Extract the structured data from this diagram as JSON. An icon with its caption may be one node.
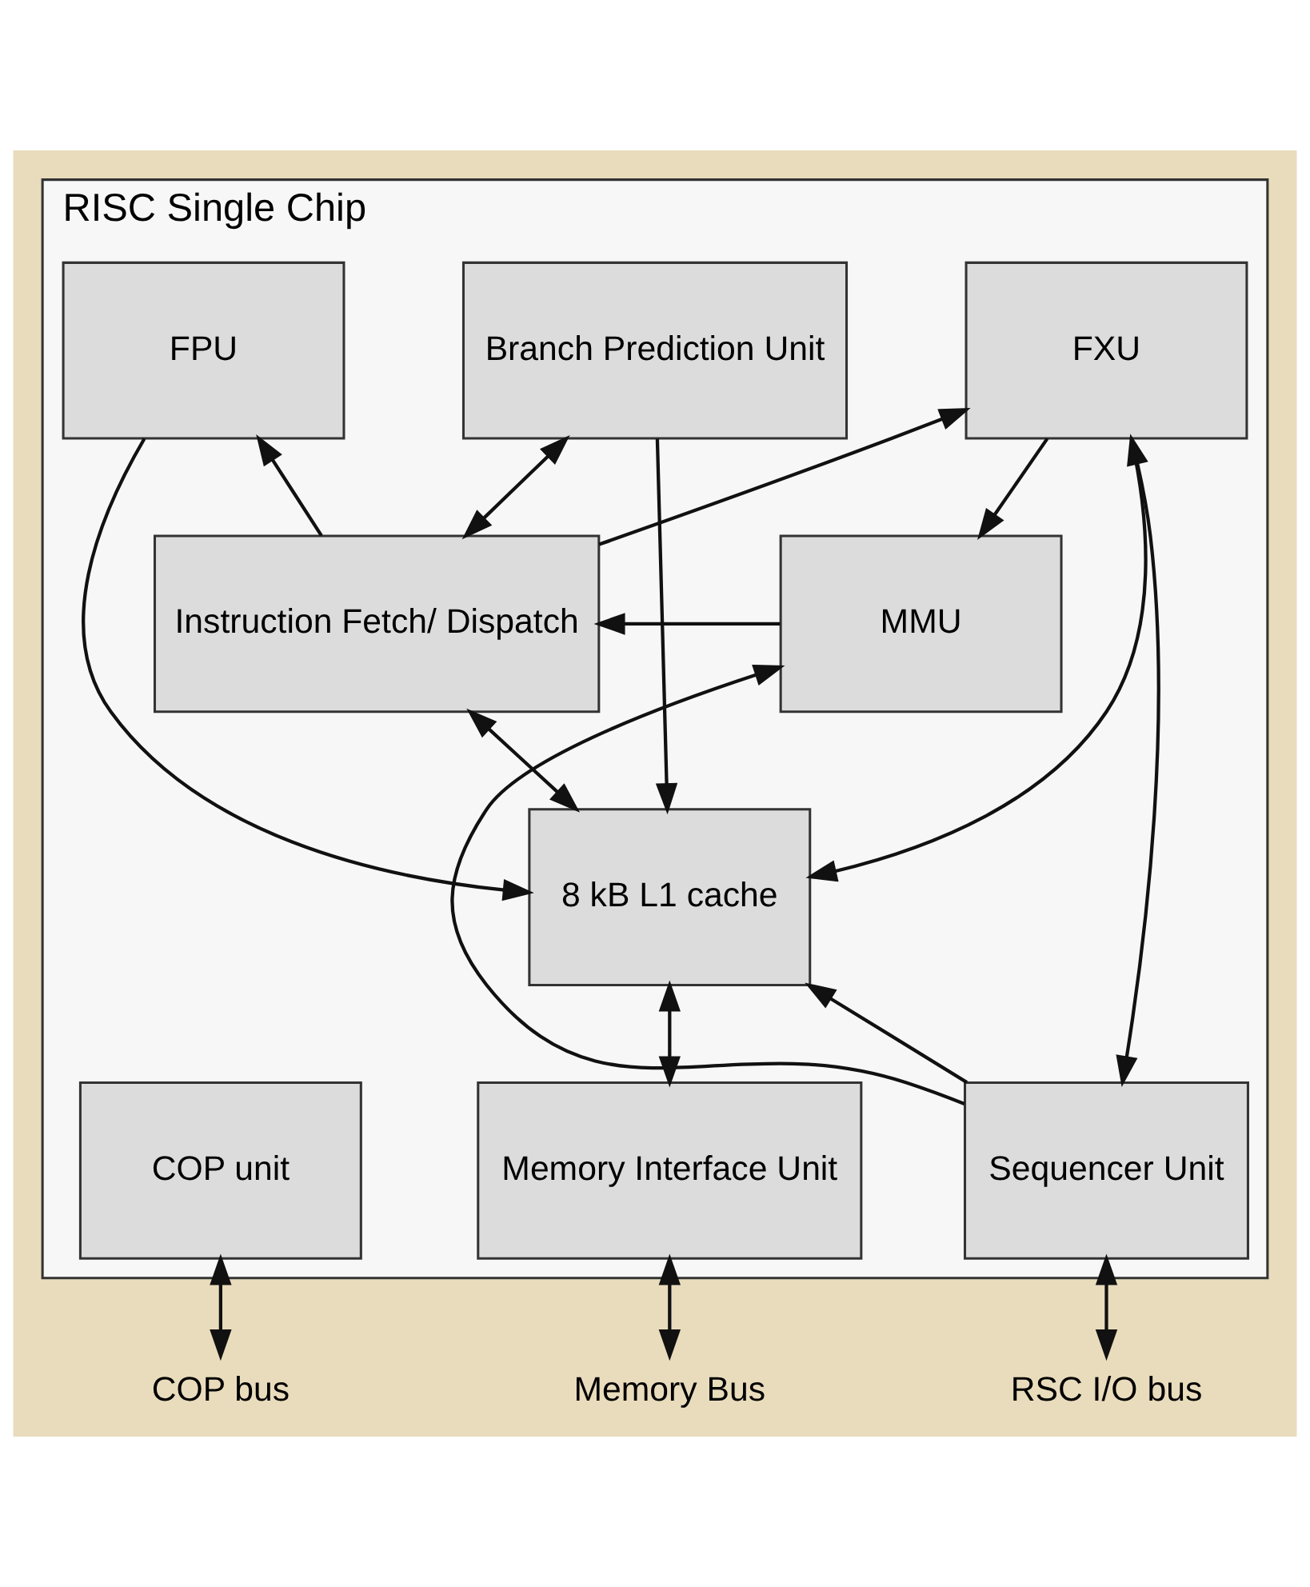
{
  "diagram": {
    "nodes": [
      {
        "text": [
          "RISC Single Chip"
        ]
      },
      {
        "text": [
          "Branch Prediction Unit"
        ],
        "in": 0
      },
      {
        "text": [
          "FPU"
        ],
        "in": 0
      },
      {
        "text": [
          "FXU"
        ],
        "in": 0
      },
      {
        "text": [
          "Instruction Fetch/ Dispatch"
        ],
        "in": 0
      },
      {
        "text": [
          "MMU"
        ],
        "in": 0
      },
      {
        "text": [
          "8 kB L1 cache"
        ],
        "in": 0
      },
      {
        "text": [
          "COP unit"
        ],
        "in": 0
      },
      {
        "text": [
          "Memory Interface Unit"
        ],
        "in": 0
      },
      {
        "text": [
          "Sequencer Unit"
        ],
        "in": 0
      },
      {
        "text": [
          "COP bus"
        ]
      },
      {
        "text": [
          "Memory Bus"
        ]
      },
      {
        "text": [
          "RSC I/O bus"
        ]
      }
    ],
    "edges": [
      {
        "from": 1,
        "to": 6,
        "arrow": "to"
      },
      {
        "from": 2,
        "to": 6,
        "arrow": "to"
      },
      {
        "from": 3,
        "to": 6,
        "arrow": "to"
      },
      {
        "from": 1,
        "to": 4,
        "arrow": "both"
      },
      {
        "from": 4,
        "to": 2,
        "arrow": "to"
      },
      {
        "from": 4,
        "to": 3,
        "arrow": "to"
      },
      {
        "from": 5,
        "to": 4,
        "arrow": "to"
      },
      {
        "from": 3,
        "to": 5,
        "arrow": "to"
      },
      {
        "from": 9,
        "to": 5,
        "arrow": "to"
      },
      {
        "from": 3,
        "to": 9,
        "arrow": "both"
      },
      {
        "from": 4,
        "to": 6,
        "arrow": "both"
      },
      {
        "from": 9,
        "to": 6,
        "arrow": "to"
      },
      {
        "from": 6,
        "to": 8,
        "arrow": "both"
      },
      {
        "from": 7,
        "to": 10,
        "arrow": "both"
      },
      {
        "from": 8,
        "to": 11,
        "arrow": "both"
      },
      {
        "from": 9,
        "to": 12,
        "arrow": "both"
      }
    ]
  }
}
